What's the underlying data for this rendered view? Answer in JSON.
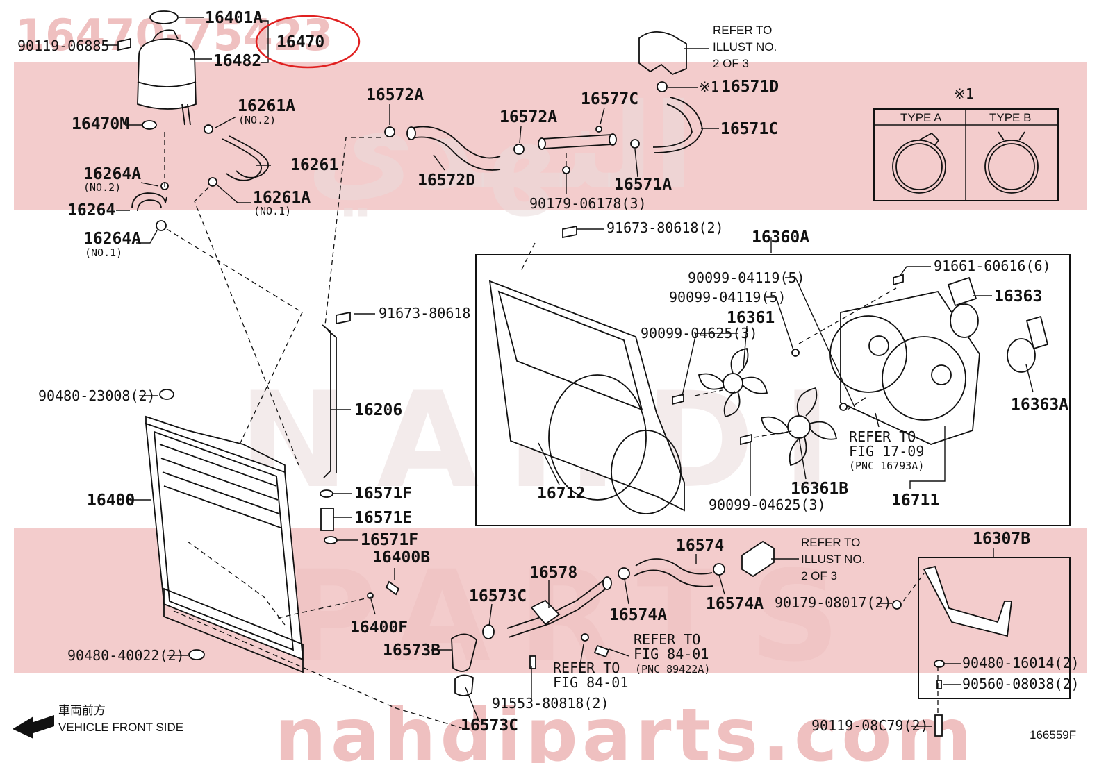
{
  "watermarks": {
    "top_number": "16470-75423",
    "arabic": "النهدي",
    "nahdi": "NAHDI",
    "parts": "PARTS",
    "site": "nahdiparts.com"
  },
  "highlight": {
    "part": "16470",
    "color": "#e02020"
  },
  "diagram_id": "166559F",
  "direction": {
    "jp": "車両前方",
    "en": "VEHICLE FRONT SIDE"
  },
  "type_box": {
    "marker": "※1",
    "type_a": "TYPE A",
    "type_b": "TYPE B"
  },
  "fan_box_label": "16360A",
  "bracket_box_label": "16307B",
  "refs": {
    "r1": [
      "REFER TO",
      "ILLUST NO.",
      "2 OF 3"
    ],
    "r2": [
      "REFER TO",
      "ILLUST NO.",
      "2 OF 3"
    ],
    "r3": [
      "REFER TO",
      "FIG 17-09",
      "(PNC 16793A)"
    ],
    "r4": [
      "REFER TO",
      "FIG 84-01",
      "(PNC 89422A)"
    ],
    "r5": [
      "REFER TO",
      "FIG 84-01"
    ]
  },
  "labels": {
    "p16401A": "16401A",
    "p16470": "16470",
    "p16482": "16482",
    "p90119_06885": "90119-06885",
    "p16470M": "16470M",
    "p16261A_no2": "16261A",
    "no2_a": "(NO.2)",
    "p16261": "16261",
    "p16261A_no1": "16261A",
    "no1_a": "(NO.1)",
    "p16264A_no2": "16264A",
    "no2_b": "(NO.2)",
    "p16264": "16264",
    "p16264A_no1": "16264A",
    "no1_b": "(NO.1)",
    "p16572A_1": "16572A",
    "p16572A_2": "16572A",
    "p16572D": "16572D",
    "p16577C": "16577C",
    "p90179_06178": "90179-06178(3)",
    "p16571A": "16571A",
    "p16571D": "16571D",
    "p16571D_mark": "※1",
    "p16571C": "16571C",
    "p91673_80618_2": "91673-80618(2)",
    "p91673_80618": "91673-80618",
    "p90480_23008": "90480-23008(2)",
    "p16206": "16206",
    "p16400": "16400",
    "p16571F_1": "16571F",
    "p16571E": "16571E",
    "p16571F_2": "16571F",
    "p16400B": "16400B",
    "p16400F": "16400F",
    "p90480_40022": "90480-40022(2)",
    "p90099_04119_a": "90099-04119(5)",
    "p90099_04119_b": "90099-04119(5)",
    "p91661_60616": "91661-60616(6)",
    "p16363": "16363",
    "p16361": "16361",
    "p90099_04625_a": "90099-04625(3)",
    "p16363A": "16363A",
    "p16712": "16712",
    "p16361B": "16361B",
    "p16711": "16711",
    "p90099_04625_b": "90099-04625(3)",
    "p16574": "16574",
    "p16578": "16578",
    "p16573C_1": "16573C",
    "p16574A_1": "16574A",
    "p16574A_2": "16574A",
    "p16573B": "16573B",
    "p91553_80818": "91553-80818(2)",
    "p16573C_2": "16573C",
    "p90179_08017": "90179-08017(2)",
    "p90480_16014": "90480-16014(2)",
    "p90560_08038": "90560-08038(2)",
    "p90119_08C79": "90119-08C79(2)"
  }
}
